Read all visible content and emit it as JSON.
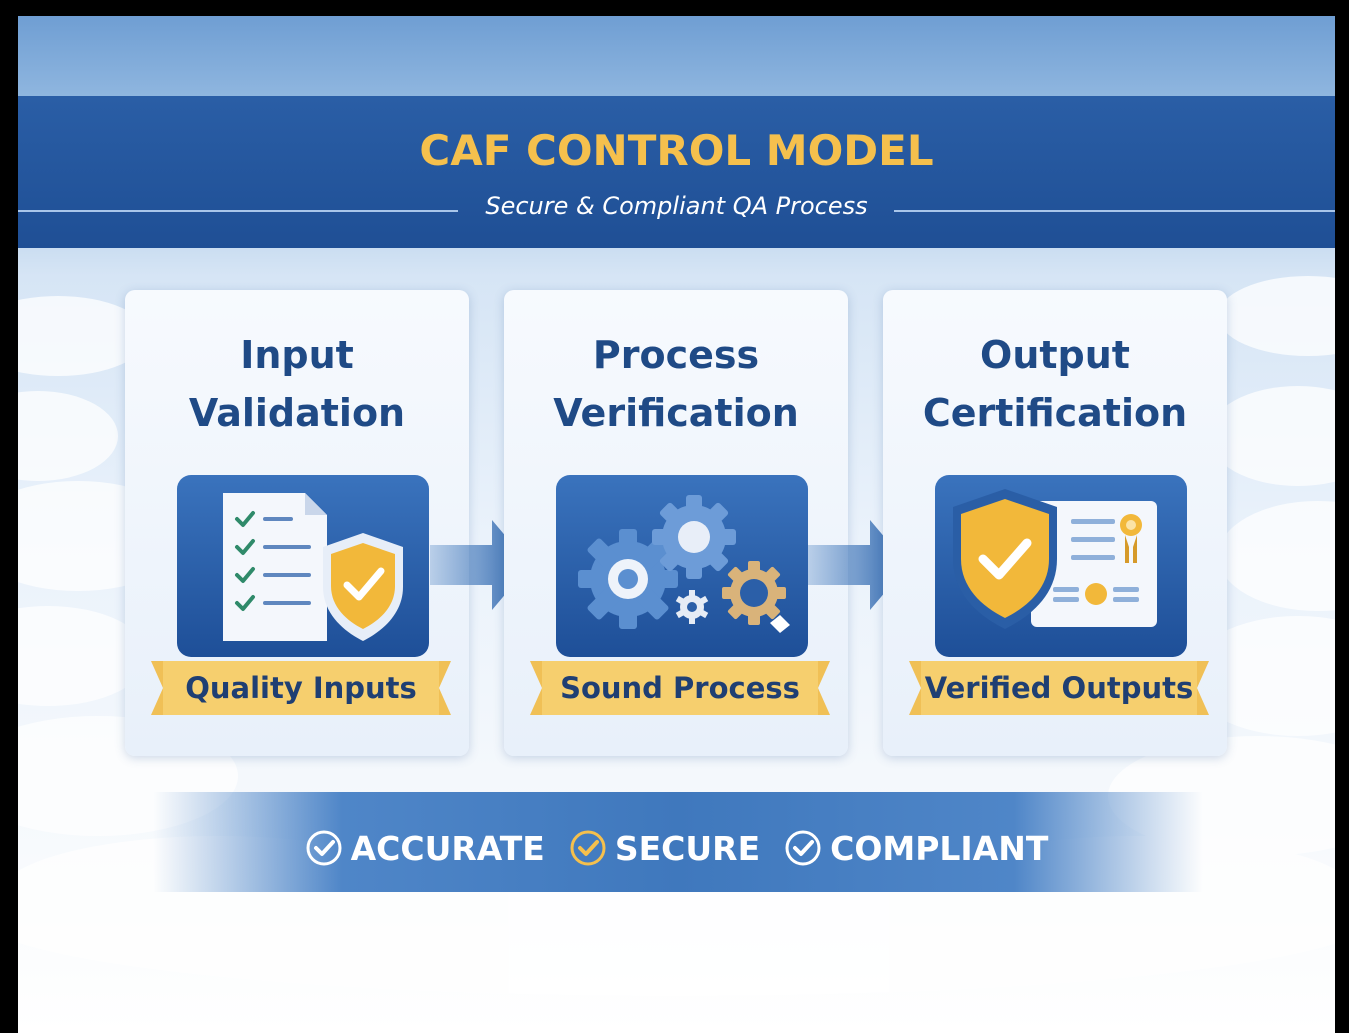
{
  "header": {
    "title": "CAF CONTROL MODEL",
    "subtitle": "Secure & Compliant QA Process"
  },
  "stages": [
    {
      "title_line1": "Input",
      "title_line2": "Validation",
      "icon": "checklist-document-shield-icon",
      "ribbon": "Quality Inputs"
    },
    {
      "title_line1": "Process",
      "title_line2": "Verification",
      "icon": "gears-icon",
      "ribbon": "Sound Process"
    },
    {
      "title_line1": "Output",
      "title_line2": "Certification",
      "icon": "shield-certificate-icon",
      "ribbon": "Verified Outputs"
    }
  ],
  "badges": [
    {
      "label": "ACCURATE",
      "icon": "check-circle-icon",
      "color": "#ffffff"
    },
    {
      "label": "SECURE",
      "icon": "check-circle-icon",
      "color": "#f5c04d"
    },
    {
      "label": "COMPLIANT",
      "icon": "check-circle-icon",
      "color": "#ffffff"
    }
  ],
  "colors": {
    "navy": "#1f4f95",
    "gold": "#f5c04d",
    "title_text": "#1f4a86"
  }
}
